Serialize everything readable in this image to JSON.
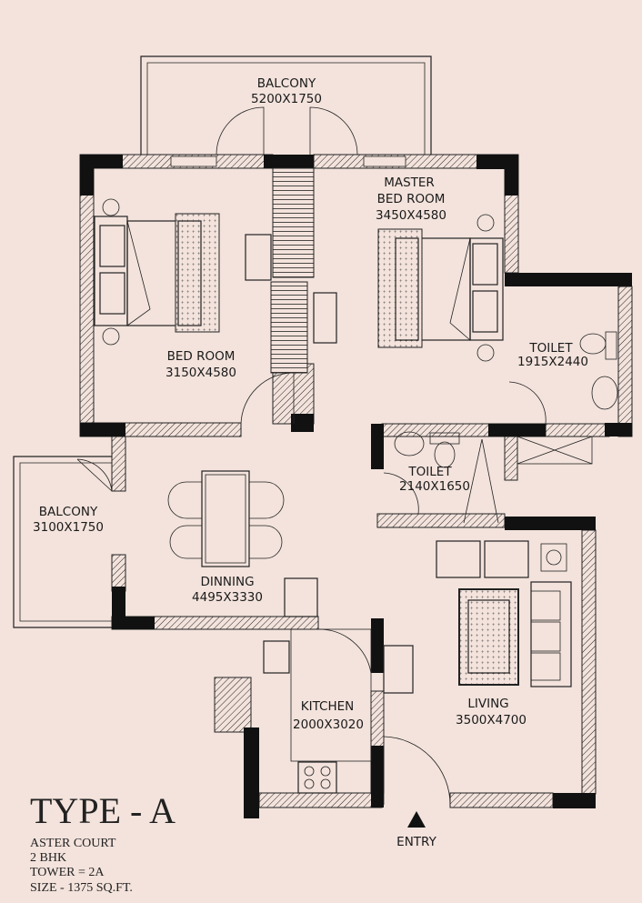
{
  "plan": {
    "rooms": {
      "balcony_top": {
        "name": "BALCONY",
        "size": "5200X1750"
      },
      "master_bedroom": {
        "name_line1": "MASTER",
        "name_line2": "BED ROOM",
        "size": "3450X4580"
      },
      "bedroom": {
        "name": "BED ROOM",
        "size": "3150X4580"
      },
      "toilet_master": {
        "name": "TOILET",
        "size": "1915X2440"
      },
      "toilet_common": {
        "name": "TOILET",
        "size": "2140X1650"
      },
      "balcony_left": {
        "name": "BALCONY",
        "size": "3100X1750"
      },
      "dinning": {
        "name": "DINNING",
        "size": "4495X3330"
      },
      "kitchen": {
        "name": "KITCHEN",
        "size": "2000X3020"
      },
      "living": {
        "name": "LIVING",
        "size": "3500X4700"
      }
    },
    "entry_label": "ENTRY"
  },
  "info": {
    "title": "TYPE - A",
    "project": "ASTER COURT",
    "config": "2 BHK",
    "tower": "TOWER = 2A",
    "size": "SIZE - 1375 SQ.FT."
  },
  "colors": {
    "background": "#f3e3dc",
    "wall": "#111111"
  }
}
